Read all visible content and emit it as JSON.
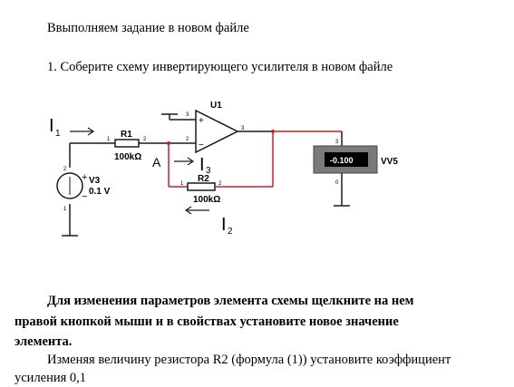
{
  "doc": {
    "heading": "Ввыполняем задание в новом файле",
    "step": "1. Соберите схему инвертирующего усилителя в новом файле",
    "instruction_bold_1": "Для изменения параметров элемента схемы щелкните на нем",
    "instruction_bold_2": "правой кнопкой мыши и в свойствах установите новое значение",
    "instruction_bold_3": "элемента.",
    "instruction_normal_1": "Изменяя величину резистора R2 (формула (1)) установите коэффициент",
    "instruction_normal_2": "усиления 0,1"
  },
  "circuit": {
    "opamp": {
      "name": "U1",
      "pin_plus": "+",
      "pin_minus": "−",
      "pin_in_plus": "3",
      "pin_in_minus": "2",
      "pin_out": "3"
    },
    "r1": {
      "name": "R1",
      "value": "100kΩ",
      "pin_left": "1",
      "pin_right": "2"
    },
    "r2": {
      "name": "R2",
      "value": "100kΩ",
      "pin_left": "1",
      "pin_right": "2"
    },
    "source": {
      "name": "V3",
      "value": "0.1 V",
      "plus": "+",
      "minus": "−",
      "pin_top": "2",
      "pin_bottom": "1"
    },
    "voltmeter": {
      "name": "VV5",
      "reading": "-0.100",
      "terminal_plus": "+",
      "terminal_minus": "-",
      "pin_top": "3",
      "pin_bottom": "0"
    },
    "node": {
      "label": "A"
    },
    "currents": {
      "i1": {
        "letter": "I",
        "sub": "1"
      },
      "i2": {
        "letter": "I",
        "sub": "2"
      },
      "i3": {
        "letter": "I",
        "sub": "3"
      }
    },
    "colors": {
      "wire": "#c8202a",
      "component": "#1a1a1a",
      "meter_body": "#7a7a7a",
      "meter_display": "#000000",
      "meter_text": "#ffffff",
      "meter_led": "#29a829"
    }
  }
}
